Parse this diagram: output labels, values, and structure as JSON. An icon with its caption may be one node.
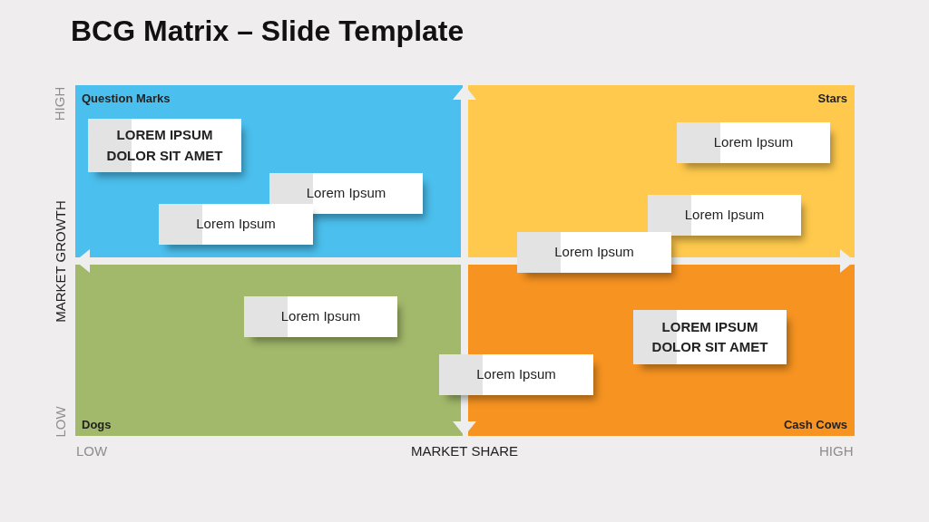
{
  "diagram": {
    "title": "BCG Matrix – Slide Template",
    "nodes": [
      {
        "text": [
          "Question Marks"
        ]
      },
      {
        "text": [
          "LOREM IPSUM DOLOR SIT AMET"
        ],
        "in": 0
      },
      {
        "text": [
          "Lorem Ipsum"
        ],
        "in": 0
      },
      {
        "text": [
          "Lorem Ipsum"
        ],
        "in": 0
      },
      {
        "text": [
          "Stars"
        ]
      },
      {
        "text": [
          "Lorem Ipsum"
        ],
        "in": 4
      },
      {
        "text": [
          "Lorem Ipsum"
        ],
        "in": 4
      },
      {
        "text": [
          "Lorem Ipsum"
        ]
      },
      {
        "text": [
          "Dogs"
        ]
      },
      {
        "text": [
          "Lorem Ipsum"
        ],
        "in": 8
      },
      {
        "text": [
          "Cash Cows"
        ]
      },
      {
        "text": [
          "LOREM IPSUM DOLOR SIT AMET"
        ],
        "in": 10
      },
      {
        "text": [
          "Lorem Ipsum"
        ]
      }
    ],
    "edges": [],
    "labels": [
      "HIGH",
      "MARKET GROWTH",
      "LOW",
      "LOW",
      "MARKET SHARE",
      "HIGH"
    ]
  }
}
